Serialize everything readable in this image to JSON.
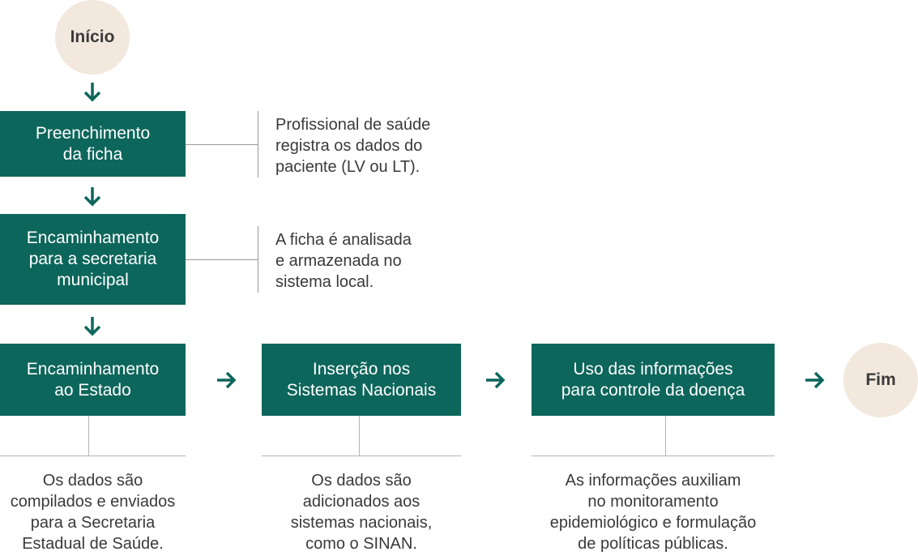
{
  "colors": {
    "box": "#0d665b",
    "terminal": "#f3e8dd",
    "text": "#3a3a3a",
    "connector": "#9a9a9a"
  },
  "start": {
    "label": "Início"
  },
  "end": {
    "label": "Fim"
  },
  "steps": [
    {
      "title": [
        "Preenchimento",
        "da ficha"
      ],
      "description": [
        "Profissional de saúde",
        "registra os dados do",
        "paciente (LV ou LT)."
      ]
    },
    {
      "title": [
        "Encaminhamento",
        "para a secretaria",
        "municipal"
      ],
      "description": [
        "A ficha é analisada",
        "e armazenada no",
        "sistema local."
      ]
    },
    {
      "title": [
        "Encaminhamento",
        "ao Estado"
      ],
      "description": [
        "Os dados são",
        "compilados e enviados",
        "para a Secretaria",
        "Estadual de Saúde."
      ]
    },
    {
      "title": [
        "Inserção nos",
        "Sistemas Nacionais"
      ],
      "description": [
        "Os dados são",
        "adicionados aos",
        "sistemas nacionais,",
        "como o SINAN."
      ]
    },
    {
      "title": [
        "Uso das informações",
        "para controle da doença"
      ],
      "description": [
        "As informações auxiliam",
        "no monitoramento",
        "epidemiológico e formulação",
        "de políticas públicas."
      ]
    }
  ]
}
